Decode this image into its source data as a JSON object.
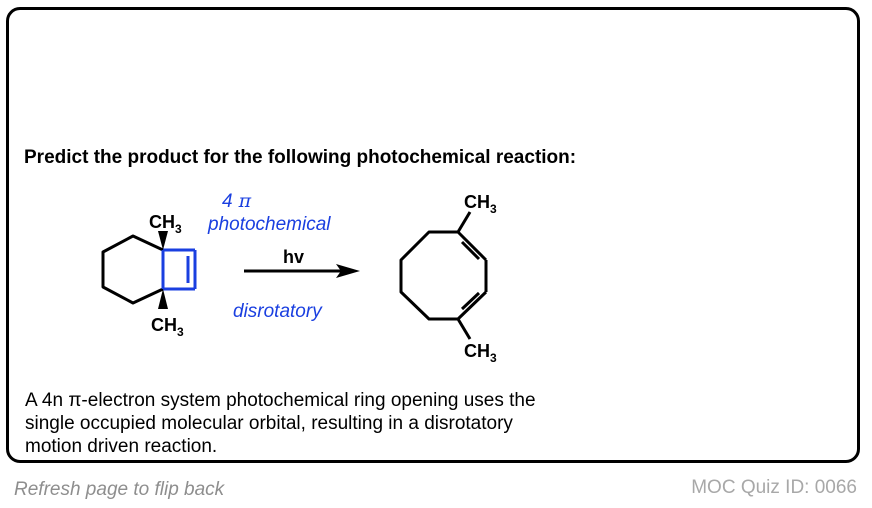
{
  "question": "Predict the product for the following photochemical reaction:",
  "reactant": {
    "top_group": "CH",
    "bottom_group": "CH",
    "subscript": "3"
  },
  "conditions": {
    "electron_count": "4",
    "pi_symbol": "π",
    "mode": "photochemical",
    "reagent": "hv",
    "stereo": "disrotatory"
  },
  "product": {
    "top_group": "CH",
    "bottom_group": "CH",
    "subscript": "3"
  },
  "explanation": {
    "line1": "A 4n π-electron system photochemical ring opening uses the",
    "line2": "single occupied molecular orbital, resulting in a disrotatory",
    "line3": "motion driven reaction."
  },
  "footer": {
    "refresh": "Refresh page to flip back",
    "quiz_id": "MOC Quiz ID: 0066"
  },
  "colors": {
    "highlight": "#1a3fe0",
    "border": "#000000",
    "footer_text": "#8e8e8e"
  }
}
